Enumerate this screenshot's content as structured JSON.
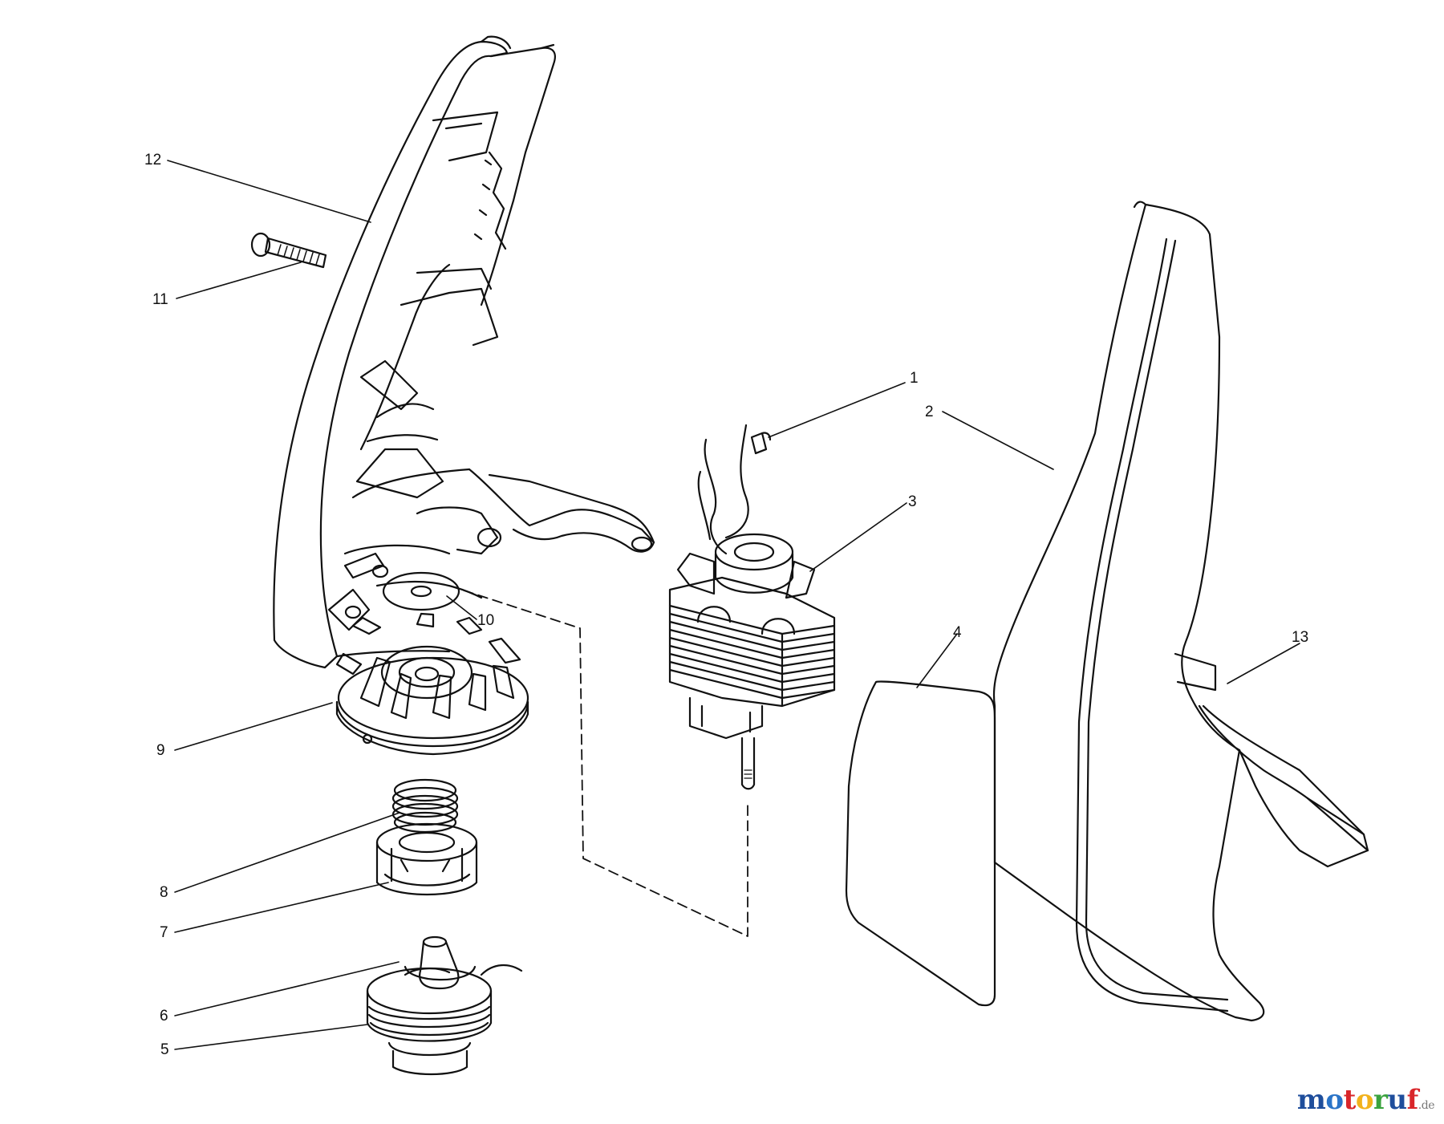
{
  "callouts": {
    "c1": "1",
    "c2": "2",
    "c3": "3",
    "c4": "4",
    "c5": "5",
    "c6": "6",
    "c7": "7",
    "c8": "8",
    "c9": "9",
    "c10": "10",
    "c11": "11",
    "c12": "12",
    "c13": "13"
  },
  "watermark": {
    "letters": [
      "m",
      "o",
      "t",
      "o",
      "r",
      "u",
      "f"
    ],
    "colors": [
      "#1f4e9c",
      "#2a74c8",
      "#d9262a",
      "#f2b21c",
      "#3aa33e",
      "#1f4e9c",
      "#d9262a"
    ],
    "suffix": ".de"
  }
}
